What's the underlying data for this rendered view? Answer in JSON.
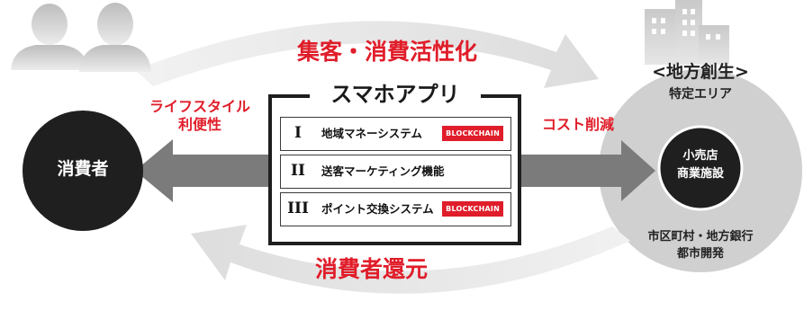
{
  "top_arrow_label": "集客・消費活性化",
  "bottom_arrow_label": "消費者還元",
  "consumer": {
    "label": "消費者",
    "benefit": [
      "ライフスタイル",
      "利便性"
    ]
  },
  "app": {
    "title": "スマホアプリ",
    "features": [
      {
        "numeral": "I",
        "label": "地域マネーシステム",
        "badge": "BLOCKCHAIN"
      },
      {
        "numeral": "II",
        "label": "送客マーケティング機能",
        "badge": ""
      },
      {
        "numeral": "III",
        "label": "ポイント交換システム",
        "badge": "BLOCKCHAIN"
      }
    ]
  },
  "cost_label": "コスト削減",
  "region": {
    "title": "<地方創生>",
    "subtitle": "特定エリア",
    "store": [
      "小売店",
      "商業施設"
    ],
    "partners": [
      "市区町村・地方銀行",
      "都市開発"
    ]
  },
  "colors": {
    "accent_red": "#e01d2a",
    "dark_circle": "#1f1f1f",
    "gray_arrow": "#7b7b7b",
    "light_gray_circle": "#cfcfcf",
    "pale_arc": "#e8e8e8"
  },
  "icons": [
    "people-silhouette-icon",
    "buildings-icon"
  ]
}
